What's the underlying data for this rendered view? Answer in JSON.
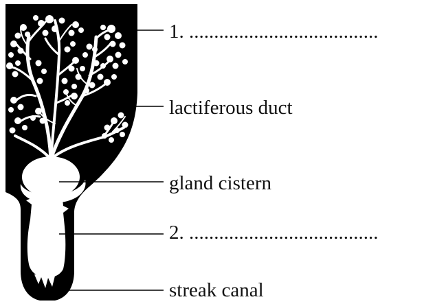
{
  "labels": {
    "alveoli_blank": "1. ......................................",
    "lactiferous_duct": "lactiferous duct",
    "gland_cistern": "gland cistern",
    "teat_cistern_blank": "2. ......................................",
    "streak_canal": "streak canal"
  },
  "colors": {
    "tissue": "#000000",
    "lumen": "#ffffff",
    "leader_line": "#000000",
    "text": "#111111"
  }
}
